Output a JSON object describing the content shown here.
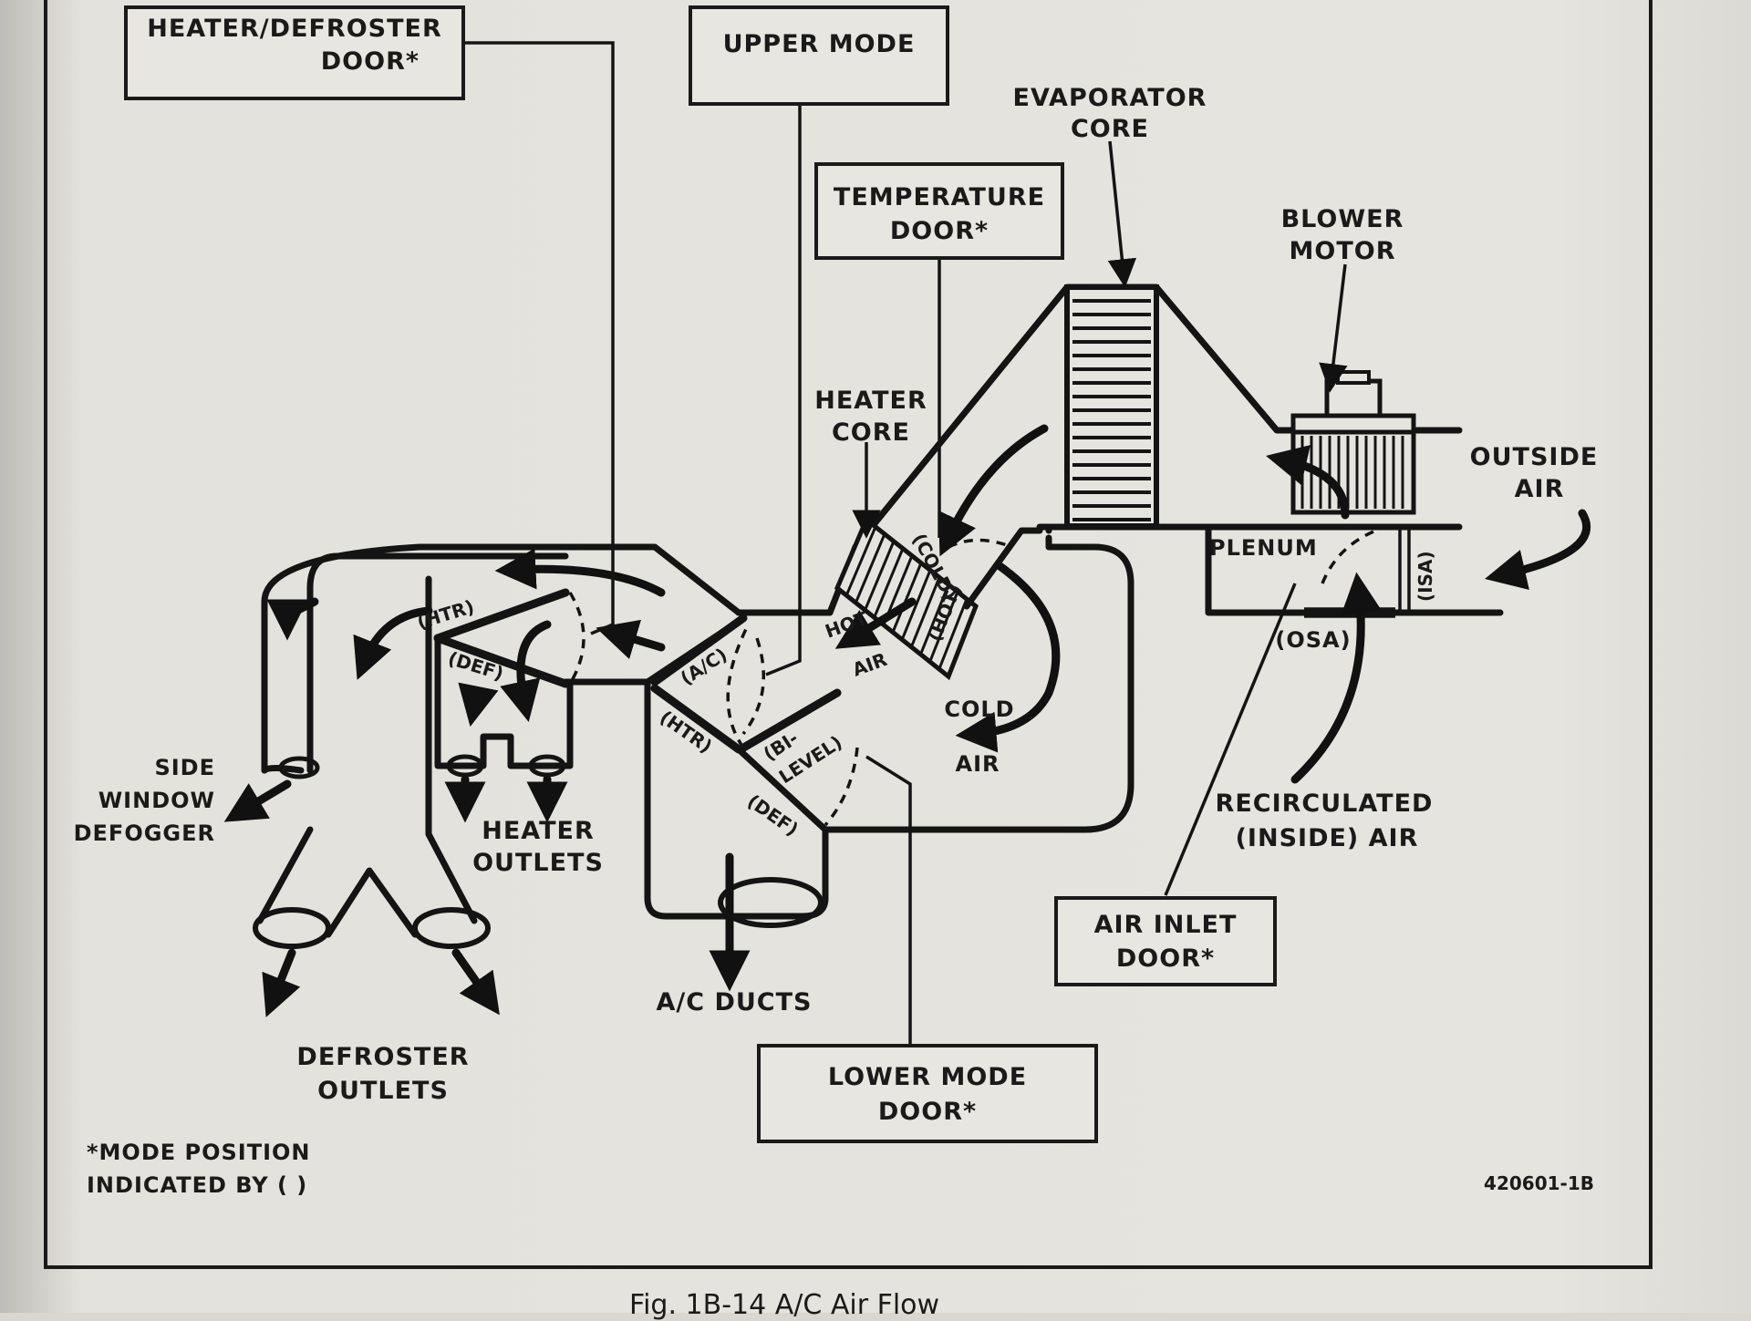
{
  "labels": {
    "heater_defroster_door": [
      "HEATER/DEFROSTER",
      "DOOR*"
    ],
    "upper_mode": "UPPER MODE",
    "evaporator_core": [
      "EVAPORATOR",
      "CORE"
    ],
    "temperature_door": [
      "TEMPERATURE",
      "DOOR*"
    ],
    "blower_motor": [
      "BLOWER",
      "MOTOR"
    ],
    "heater_core": [
      "HEATER",
      "CORE"
    ],
    "outside_air": [
      "OUTSIDE",
      "AIR"
    ],
    "plenum": "PLENUM",
    "isa": "(ISA)",
    "osa": "(OSA)",
    "cold_door": "(COLD)",
    "hot_door": "(HOT)",
    "hot_air": [
      "HOT",
      "AIR"
    ],
    "cold_air": [
      "COLD",
      "AIR"
    ],
    "htr_upper": "(HTR)",
    "def_upper": "(DEF)",
    "ac": "(A/C)",
    "htr_lower": "(HTR)",
    "bi_level": [
      "(BI-",
      "LEVEL)"
    ],
    "def_lower": "(DEF)",
    "side_window_defogger": [
      "SIDE",
      "WINDOW",
      "DEFOGGER"
    ],
    "heater_outlets": [
      "HEATER",
      "OUTLETS"
    ],
    "recirculated_air": [
      "RECIRCULATED",
      "(INSIDE) AIR"
    ],
    "air_inlet_door": [
      "AIR INLET",
      "DOOR*"
    ],
    "defroster_outlets": [
      "DEFROSTER",
      "OUTLETS"
    ],
    "ac_ducts": "A/C DUCTS",
    "lower_mode_door": [
      "LOWER MODE",
      "DOOR*"
    ],
    "footnote": [
      "*MODE POSITION",
      "INDICATED BY (   )"
    ],
    "figure_number": "420601-1B"
  },
  "caption": "Fig. 1B-14 A/C Air Flow",
  "colors": {
    "ink": "#141414",
    "paper": "#e6e4de"
  }
}
